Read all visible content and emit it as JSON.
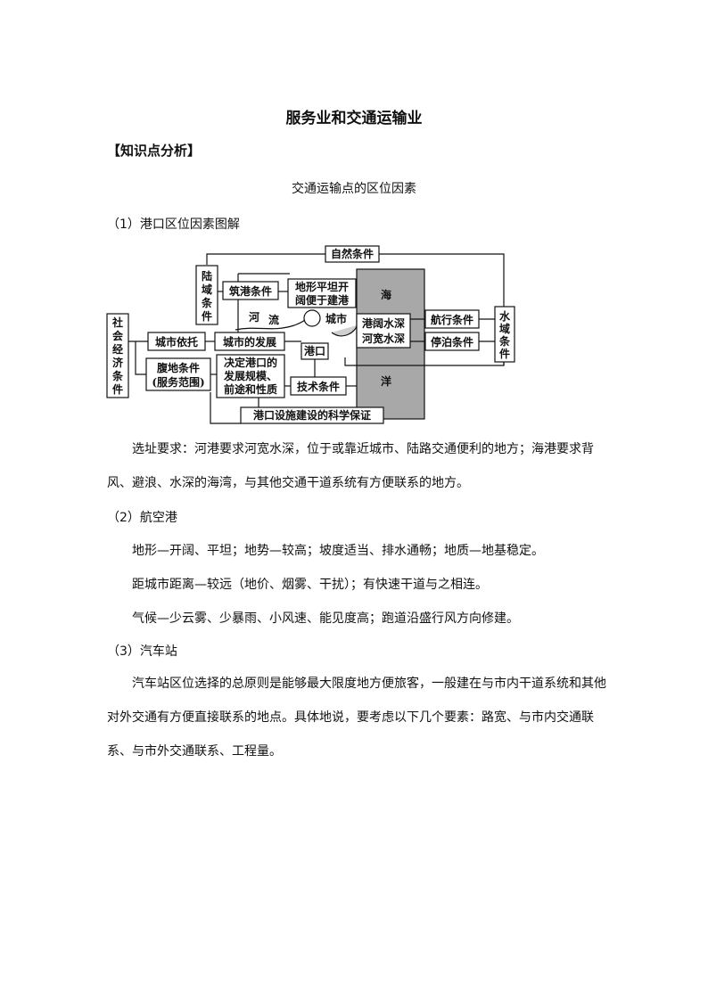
{
  "page": {
    "title": "服务业和交通运输业",
    "section_heading": "【知识点分析】",
    "subtitle": "交通运输点的区位因素"
  },
  "port": {
    "heading": "（1）港口区位因素图解",
    "diagram": {
      "natural": "自然条件",
      "land_1": "陆",
      "land_2": "域",
      "land_3": "条",
      "land_4": "件",
      "construction": "筑港条件",
      "terrain_1": "地形平坦开",
      "terrain_2": "阔便于建港",
      "sea": "海",
      "ocean": "洋",
      "water_1": "水",
      "water_2": "域",
      "water_3": "条",
      "water_4": "件",
      "navigation": "航行条件",
      "mooring": "停泊条件",
      "harbor_1": "港阔水深",
      "harbor_2": "河宽水深",
      "social_1": "社",
      "social_2": "会",
      "social_3": "经",
      "social_4": "济",
      "social_5": "条",
      "social_6": "件",
      "city_support": "城市依托",
      "city_dev": "城市的发展",
      "river_1": "河",
      "river_2": "流",
      "city": "城市",
      "port": "港口",
      "hinterland_1": "腹地条件",
      "hinterland_2": "(服务范围)",
      "decide_1": "决定港口的",
      "decide_2": "发展规模、",
      "decide_3": "前途和性质",
      "tech": "技术条件",
      "science": "港口设施建设的科学保证"
    },
    "requirement": "选址要求：河港要求河宽水深，位于或靠近城市、陆路交通便利的地方；海港要求背风、避浪、水深的海湾，与其他交通干道系统有方便联系的地方。"
  },
  "airport": {
    "heading": "（2）航空港",
    "line_1": "地形—开阔、平坦；地势—较高；坡度适当、排水通畅；地质—地基稳定。",
    "line_2": "距城市距离—较远（地价、烟雾、干扰）；有快速干道与之相连。",
    "line_3": "气候—少云雾、少暴雨、小风速、能见度高；跑道沿盛行风方向修建。"
  },
  "bus_station": {
    "heading": "（3）汽车站",
    "text": "汽车站区位选择的总原则是能够最大限度地方便旅客，一般建在与市内干道系统和其他对外交通有方便直接联系的地点。具体地说，要考虑以下几个要素：路宽、与市内交通联系、与市外交通联系、工程量。"
  },
  "colors": {
    "sea_fill": "#a8a8a8",
    "line": "#111111"
  }
}
